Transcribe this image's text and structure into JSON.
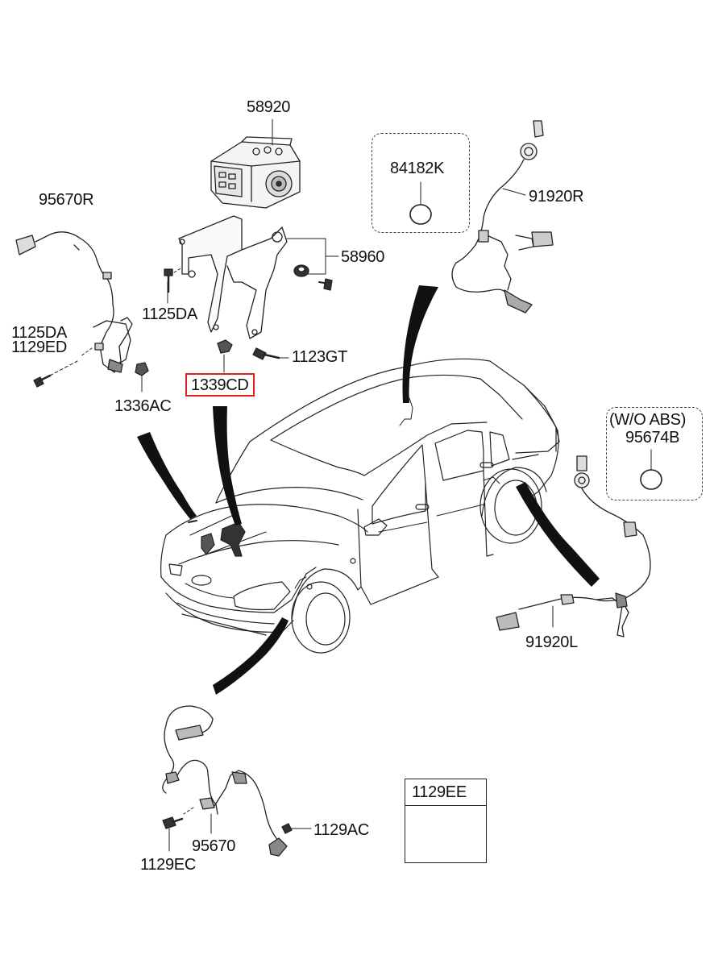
{
  "parts": {
    "abs_module": "58920",
    "bracket": "58960",
    "bolt_1125da_bracket": "1125DA",
    "bolt_1123gt": "1123GT",
    "nut_1339cd": "1339CD",
    "sensor_rear_right": "95670R",
    "bolt_1125da_left": "1125DA",
    "bolt_1129ed": "1129ED",
    "clip_1336ac": "1336AC",
    "cap_84182k": "84182K",
    "sensor_front_right": "91920R",
    "wo_abs_note": "(W/O ABS)",
    "cap_95674b": "95674B",
    "sensor_front_left": "91920L",
    "sensor_rear_left": "95670",
    "bolt_1129ac": "1129AC",
    "bolt_1129ec": "1129EC",
    "bolt_1129ee": "1129EE"
  },
  "highlight": {
    "part": "1339CD",
    "color": "#e0201f"
  },
  "colors": {
    "line": "#222222",
    "highlight": "#e0201f"
  }
}
